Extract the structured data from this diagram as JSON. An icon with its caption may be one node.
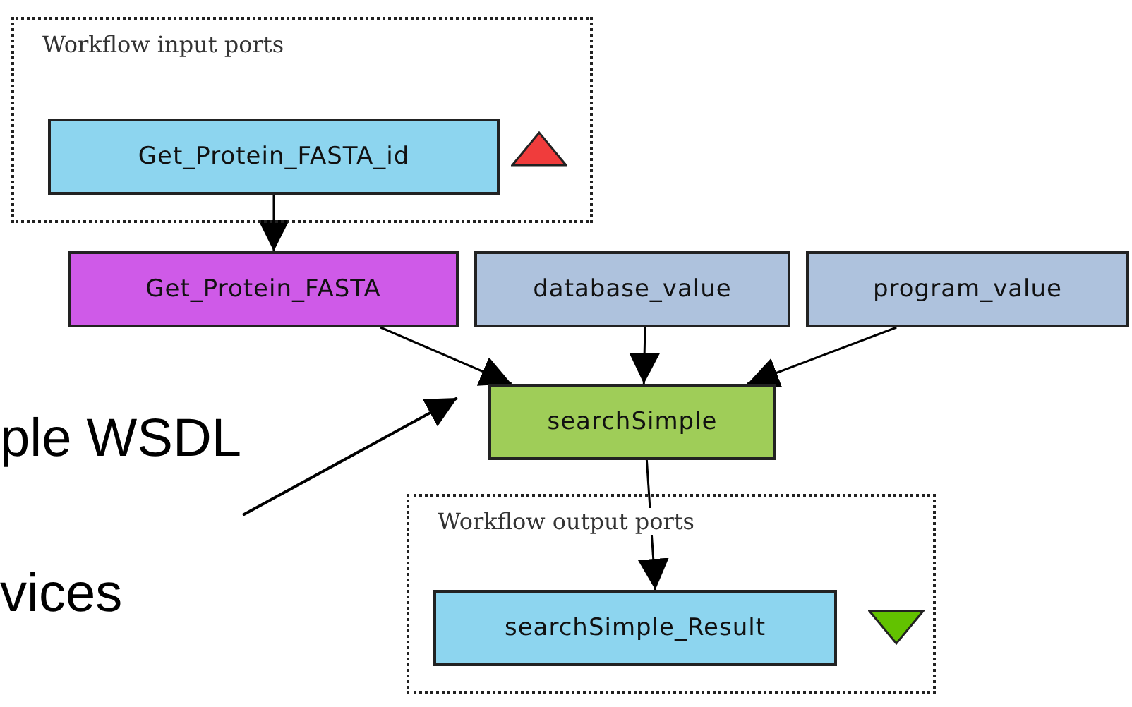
{
  "diagram": {
    "nodes": [
      {
        "text": [
          "Workflow input ports"
        ]
      },
      {
        "text": [
          "Get_Protein_FASTA_id"
        ],
        "in": 0
      },
      {
        "text": [
          "Get_Protein_FASTA"
        ]
      },
      {
        "text": [
          "database_value"
        ]
      },
      {
        "text": [
          "program_value"
        ]
      },
      {
        "text": [
          "searchSimple"
        ]
      },
      {
        "text": [
          "Workflow output ports"
        ]
      },
      {
        "text": [
          "searchSimple_Result"
        ],
        "in": 6
      }
    ],
    "edges": [
      {
        "from": 1,
        "to": 2,
        "arrow": "to"
      },
      {
        "from": 2,
        "to": 5,
        "arrow": "to"
      },
      {
        "from": 3,
        "to": 5,
        "arrow": "to"
      },
      {
        "from": 4,
        "to": 5,
        "arrow": "to"
      },
      {
        "from": 5,
        "to": 7,
        "arrow": "to"
      },
      {
        "from": null,
        "to": 5,
        "arrow": "to"
      }
    ],
    "labels": [
      "ple WSDL",
      "vices"
    ]
  }
}
